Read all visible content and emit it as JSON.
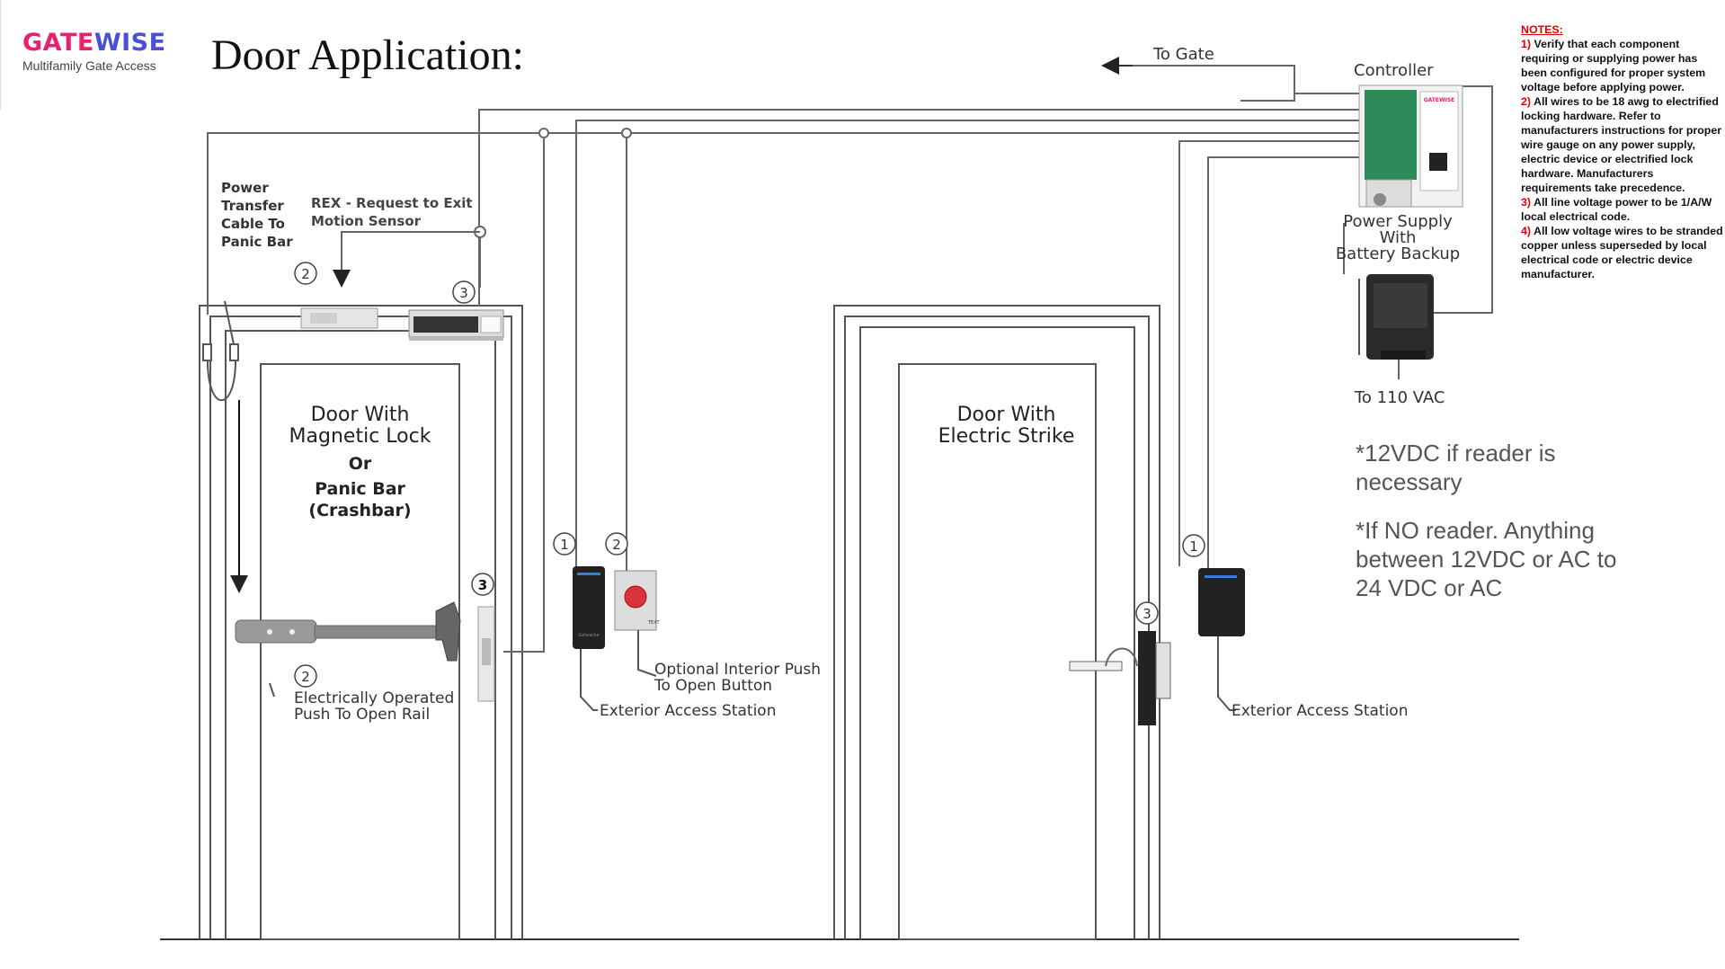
{
  "brand": {
    "name_part1": "GATE",
    "name_part2": "WISE",
    "tagline": "Multifamily Gate Access",
    "color_primary": "#e8206f",
    "color_secondary": "#4a4fd8"
  },
  "title": "Door Application:",
  "labels": {
    "to_gate": "To Gate",
    "controller": "Controller",
    "power_supply": [
      "Power Supply",
      "With",
      "Battery Backup"
    ],
    "to_110vac": "To 110 VAC",
    "power_transfer": [
      "Power",
      "Transfer",
      "Cable To",
      "Panic Bar"
    ],
    "rex": [
      "REX - Request to Exit",
      "Motion Sensor"
    ],
    "door1": [
      "Door With",
      "Magnetic Lock"
    ],
    "door1_or": "Or",
    "door1_panic": [
      "Panic Bar",
      "(Crashbar)"
    ],
    "door2": [
      "Door With",
      "Electric Strike"
    ],
    "push_rail": [
      "Electrically Operated",
      "Push To Open Rail"
    ],
    "exterior_station_1": "Exterior Access Station",
    "optional_button": [
      "Optional Interior Push",
      "To Open Button"
    ],
    "exterior_station_2": "Exterior Access Station"
  },
  "markers": {
    "rex": "2",
    "maglock": "3",
    "reader1": "1",
    "button": "2",
    "strike1": "3",
    "rail": "2",
    "reader2": "1",
    "strike2": "3"
  },
  "info": {
    "line1": [
      "*12VDC if reader is",
      "necessary"
    ],
    "line2": [
      "*If NO reader. Anything",
      "between 12VDC or AC to",
      "24 VDC or AC"
    ]
  },
  "notes": {
    "heading": "NOTES:",
    "items": [
      {
        "num": "1)",
        "text": "Verify that each component requiring or supplying power has been configured for proper system voltage before applying power."
      },
      {
        "num": "2)",
        "text": "All wires to be 18 awg to electrified locking hardware. Refer to manufacturers instructions for proper wire gauge on any power supply, electric device or electrified lock hardware. Manufacturers requirements take precedence."
      },
      {
        "num": "3)",
        "text": "All line voltage power to be 1/A/W local electrical code."
      },
      {
        "num": "4)",
        "text": "All low voltage wires to be stranded copper unless superseded by local electrical code or electric device manufacturer."
      }
    ]
  }
}
